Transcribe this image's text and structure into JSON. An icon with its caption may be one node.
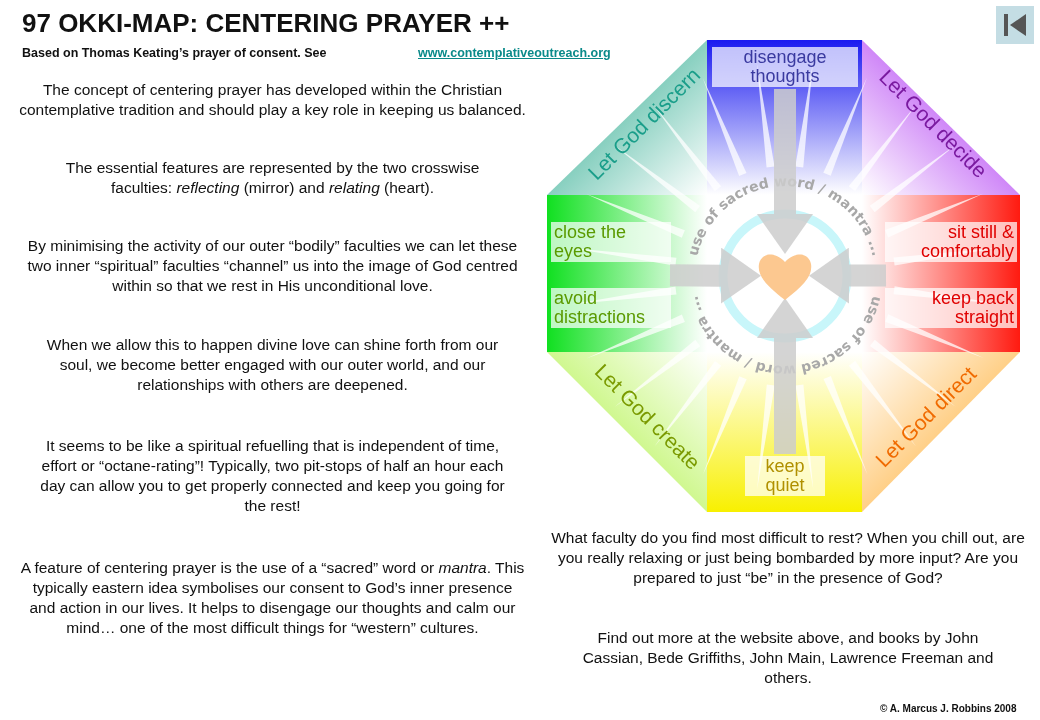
{
  "diagram": {
    "title": "97 OKKI-MAP: CENTERING PRAYER ++",
    "nodes": [
      {
        "text": [
          "disengage thoughts"
        ]
      },
      {
        "text": [
          "close the eyes",
          "avoid distractions"
        ]
      },
      {
        "text": [
          "sit still & comfortably",
          "keep back straight"
        ]
      },
      {
        "text": [
          "keep quiet"
        ]
      },
      {
        "text": [],
        "shape": "heart"
      }
    ],
    "edges": [
      {
        "from": 0,
        "to": 4,
        "arrow": "to"
      },
      {
        "from": 1,
        "to": 4,
        "arrow": "to"
      },
      {
        "from": 2,
        "to": 4,
        "arrow": "to"
      },
      {
        "from": 3,
        "to": 4,
        "arrow": "to"
      }
    ],
    "labels": [
      "Based on Thomas Keating’s prayer of consent. See",
      "www.contemplativeoutreach.org",
      "The concept of centering prayer has developed within the Christian contemplative tradition and should play a key role in keeping us balanced.",
      "The essential features are represented by the two crosswise faculties: *reflecting* (mirror) and *relating* (heart).",
      "By minimising the activity of our outer “bodily” faculties we can let these two inner “spiritual” faculties “channel” us into the image of God centred within so that we rest in His unconditional love.",
      "When we allow this to happen divine love can shine forth from our soul, we become better engaged with our outer world, and our relationships with others are deepened.",
      "It seems to be like a spiritual refuelling that is independent of time, effort or “octane-rating”! Typically, two pit-stops of half an hour each day can allow you to get properly connected and keep you going for the rest!",
      "A feature of centering prayer is the use of a “sacred” word or *mantra*. This typically eastern idea symbolises our consent to God’s inner presence and action in our lives. It helps to disengage our thoughts and calm our mind… one of the most difficult things for “western” cultures.",
      "What faculty do you find most difficult to rest? When you chill out, are you really relaxing or just being bombarded by more input? Are you prepared to just “be” in the presence of God?",
      "Find out more at the website above, and books by John Cassian, Bede Griffiths, John Main, Lawrence Freeman and others.",
      "© A. Marcus J. Robbins 2008",
      "Let God discern",
      "Let God decide",
      "Let God create",
      "Let God direct",
      "use of sacred word / mantra ...",
      "use of sacred word / mantra ..."
    ]
  }
}
